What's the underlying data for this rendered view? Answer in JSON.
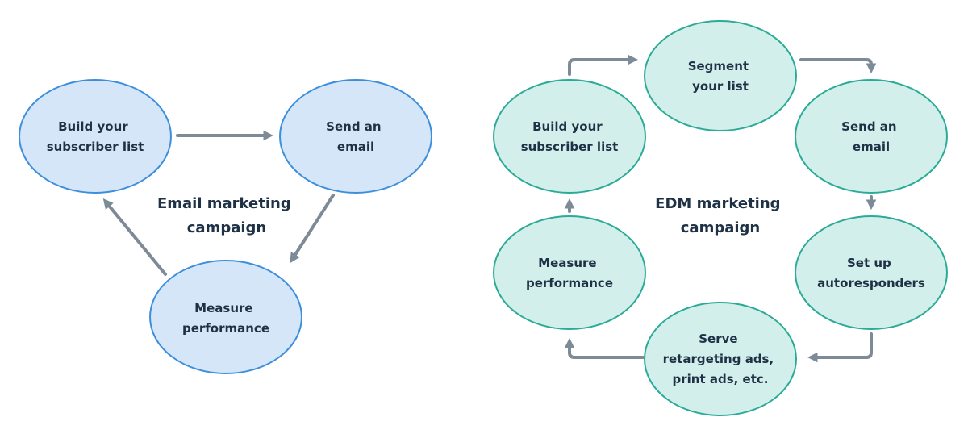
{
  "colors": {
    "text": "#1f3145",
    "arrow": "#7d8a97",
    "email_fill": "#d4e6f7",
    "email_stroke": "#3d8fdc",
    "edm_fill": "#d2efec",
    "edm_stroke": "#2bab97"
  },
  "email_diagram": {
    "title": [
      "Email marketing",
      "campaign"
    ],
    "nodes": [
      {
        "id": "build",
        "lines": [
          "Build your",
          "subscriber list"
        ]
      },
      {
        "id": "send",
        "lines": [
          "Send an",
          "email"
        ]
      },
      {
        "id": "measure",
        "lines": [
          "Measure",
          "performance"
        ]
      }
    ]
  },
  "edm_diagram": {
    "title": [
      "EDM marketing",
      "campaign"
    ],
    "nodes": [
      {
        "id": "segment",
        "lines": [
          "Segment",
          "your list"
        ]
      },
      {
        "id": "send",
        "lines": [
          "Send an",
          "email"
        ]
      },
      {
        "id": "autoresponders",
        "lines": [
          "Set up",
          "autoresponders"
        ]
      },
      {
        "id": "serve",
        "lines": [
          "Serve",
          "retargeting ads,",
          "print ads, etc."
        ]
      },
      {
        "id": "measure",
        "lines": [
          "Measure",
          "performance"
        ]
      },
      {
        "id": "build",
        "lines": [
          "Build your",
          "subscriber list"
        ]
      }
    ]
  }
}
